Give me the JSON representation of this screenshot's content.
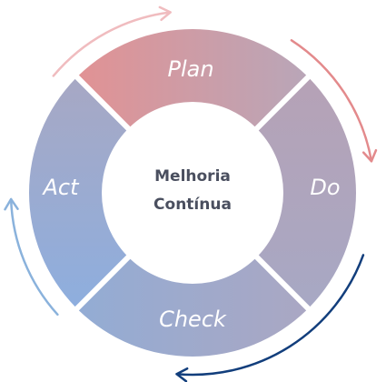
{
  "center": {
    "line1": "Melhoria",
    "line2": "Contínua"
  },
  "segments": [
    {
      "key": "plan",
      "label": "Plan"
    },
    {
      "key": "do",
      "label": "Do"
    },
    {
      "key": "check",
      "label": "Check"
    },
    {
      "key": "act",
      "label": "Act"
    }
  ],
  "colors": {
    "plan": [
      "#e19294",
      "#b9a6b8"
    ],
    "do": [
      "#b6a2b6",
      "#a7a8c4"
    ],
    "check": [
      "#aaa7c3",
      "#93acd4"
    ],
    "act": [
      "#9badd3",
      "#8eaede"
    ],
    "arrow_plan": "#f0bcbf",
    "arrow_do": "#e38a8c",
    "arrow_check": "#123e7c",
    "arrow_act": "#8ab2dc",
    "center_text": "#4a4f5f"
  }
}
